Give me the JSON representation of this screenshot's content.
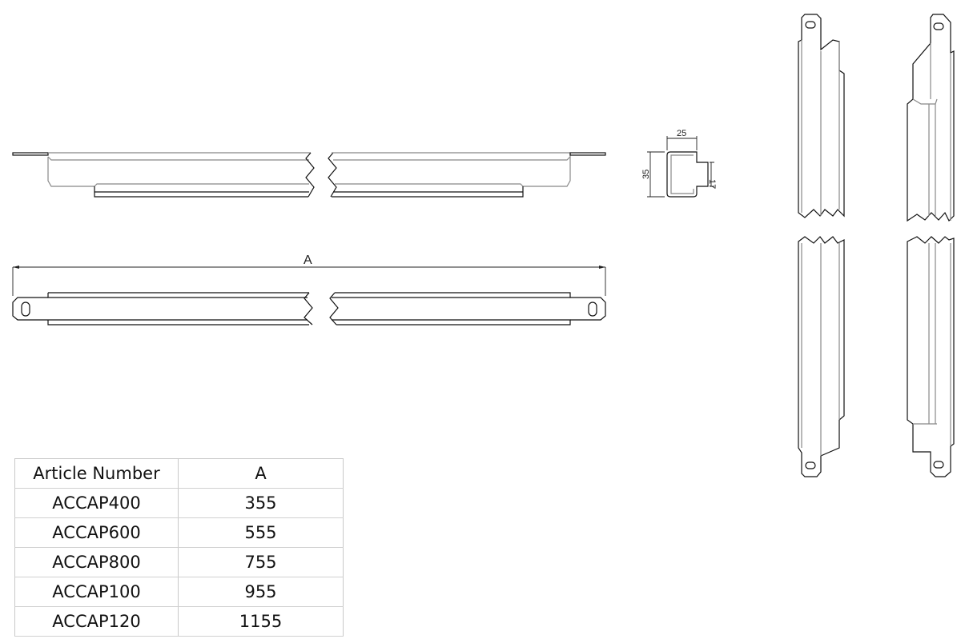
{
  "drawing": {
    "dimension_label_A": "A",
    "cross_section": {
      "width": "25",
      "height": "35",
      "tab_height": "17"
    }
  },
  "table": {
    "headers": [
      "Article Number",
      "A"
    ],
    "rows": [
      {
        "article": "ACCAP400",
        "a": "355"
      },
      {
        "article": "ACCAP600",
        "a": "555"
      },
      {
        "article": "ACCAP800",
        "a": "755"
      },
      {
        "article": "ACCAP100",
        "a": "955"
      },
      {
        "article": "ACCAP120",
        "a": "1155"
      }
    ]
  }
}
